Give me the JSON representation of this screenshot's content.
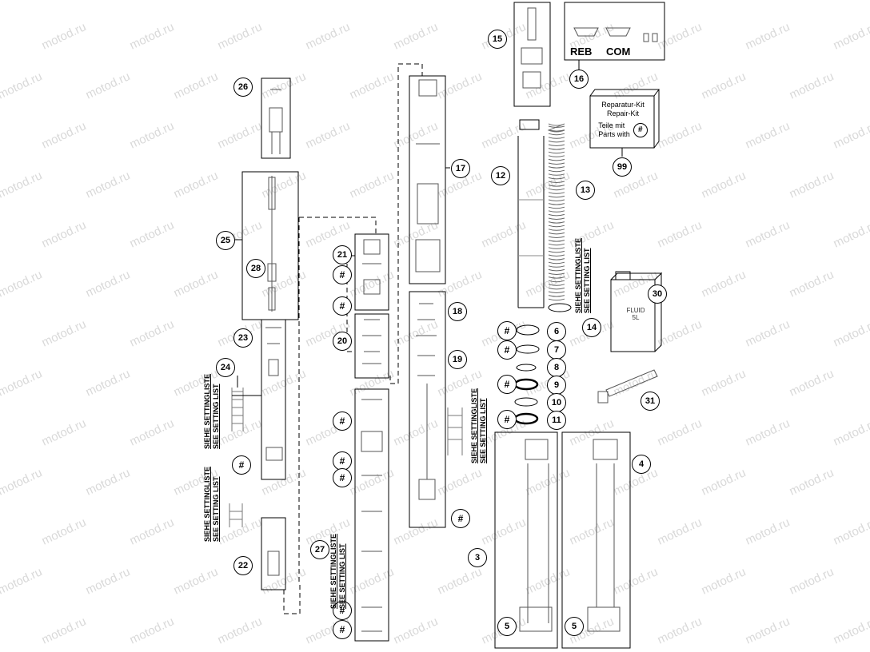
{
  "watermark": "motod.ru",
  "setting_label": {
    "de": "SIEHE SETTINGLISTE",
    "en": "SEE SETTING LIST"
  },
  "kit_label": {
    "line1": "Reparatur-Kit",
    "line2": "Repair-Kit",
    "line3": "Teile mit",
    "line4": "Parts with",
    "symbol": "#"
  },
  "fluid_label": "FLUID 5L",
  "damper_labels": {
    "reb": "REB",
    "com": "COM"
  },
  "callouts": {
    "c26": "26",
    "c25": "25",
    "c28": "28",
    "c23": "23",
    "c24": "24",
    "c22": "22",
    "c27": "27",
    "c21": "21",
    "c20": "20",
    "c17": "17",
    "c18": "18",
    "c19": "19",
    "c15": "15",
    "c16": "16",
    "c99": "99",
    "c12": "12",
    "c13": "13",
    "c14": "14",
    "c30": "30",
    "c31": "31",
    "c6": "6",
    "c7": "7",
    "c8": "8",
    "c9": "9",
    "c10": "10",
    "c11": "11",
    "c3": "3",
    "c4": "4",
    "c5a": "5",
    "c5b": "5",
    "hash": "#"
  }
}
